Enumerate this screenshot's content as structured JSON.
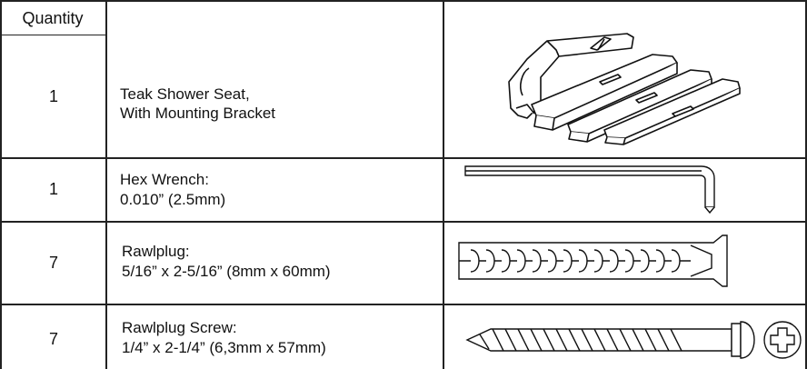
{
  "table": {
    "header": {
      "quantity": "Quantity"
    },
    "rows": [
      {
        "quantity": "1",
        "desc_line1": "Teak Shower Seat,",
        "desc_line2": "With Mounting Bracket",
        "illustration": "teak-seat-drawing"
      },
      {
        "quantity": "1",
        "desc_line1": "Hex Wrench:",
        "desc_line2": "0.010” (2.5mm)",
        "illustration": "hex-wrench-drawing"
      },
      {
        "quantity": "7",
        "desc_line1": "Rawlplug:",
        "desc_line2": "5/16” x 2-5/16” (8mm x 60mm)",
        "illustration": "rawlplug-drawing"
      },
      {
        "quantity": "7",
        "desc_line1": "Rawlplug Screw:",
        "desc_line2": "1/4” x 2-1/4” (6,3mm x 57mm)",
        "illustration": "screw-drawing"
      }
    ]
  }
}
